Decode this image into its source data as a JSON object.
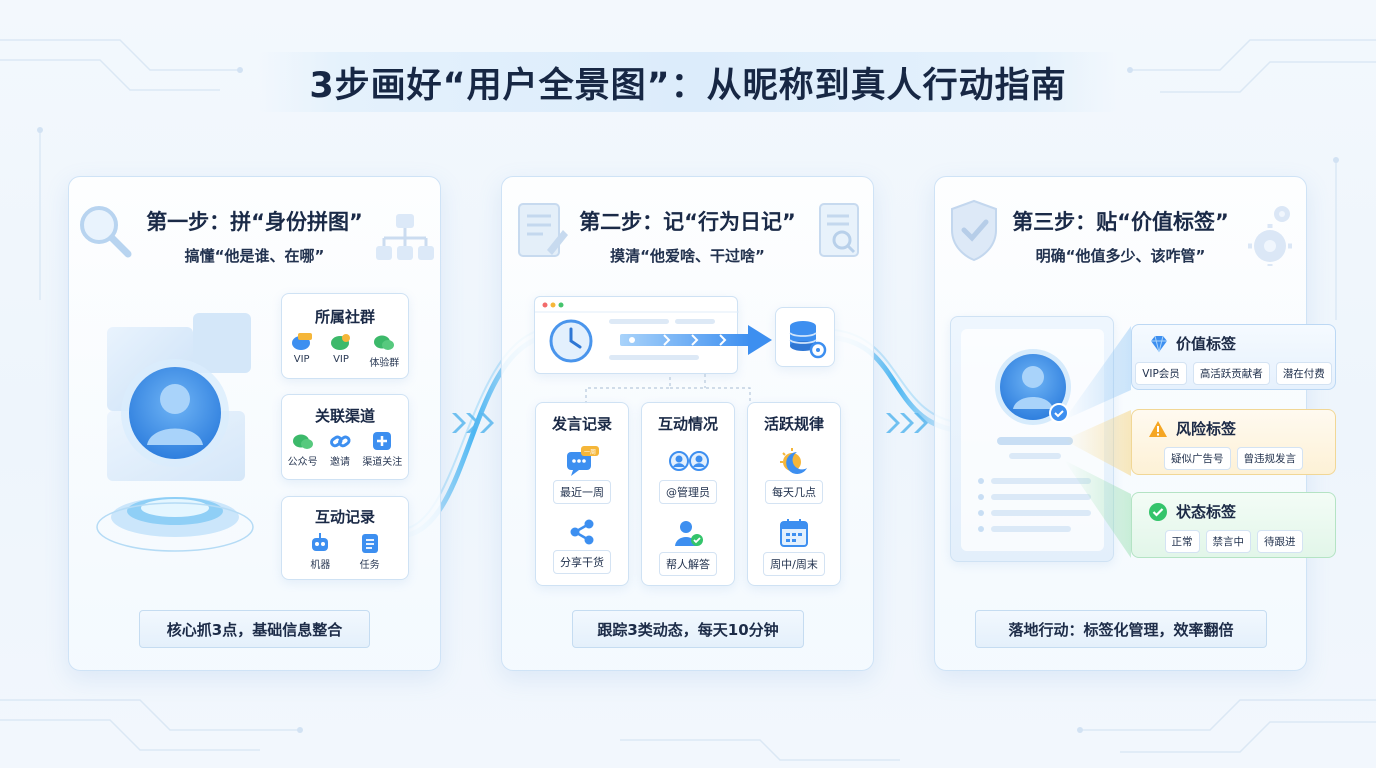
{
  "title": "3步画好“用户全景图”：从昵称到真人行动指南",
  "colors": {
    "accent": "#3b8ff0",
    "warning": "#f5a623",
    "success": "#34c46b",
    "card_border": "#cfe3f6"
  },
  "step1": {
    "title": "第一步：拼“身份拼图”",
    "subtitle": "搞懂“他是谁、在哪”",
    "groups": [
      {
        "title": "所属社群",
        "items": [
          {
            "icon": "vip-chat-icon",
            "label": "VIP"
          },
          {
            "icon": "vip-chat-icon",
            "label": "VIP"
          },
          {
            "icon": "wechat-icon",
            "label": "体验群"
          }
        ]
      },
      {
        "title": "关联渠道",
        "items": [
          {
            "icon": "wechat-icon",
            "label": "公众号"
          },
          {
            "icon": "link-icon",
            "label": "邀请"
          },
          {
            "icon": "plus-icon",
            "label": "渠道关注"
          }
        ]
      },
      {
        "title": "互动记录",
        "items": [
          {
            "icon": "robot-icon",
            "label": "机器"
          },
          {
            "icon": "task-list-icon",
            "label": "任务"
          }
        ]
      }
    ],
    "footer": "核心抓3点，基础信息整合"
  },
  "step2": {
    "title": "第二步：记“行为日记”",
    "subtitle": "摸清“他爱啥、干过啥”",
    "columns": [
      {
        "title": "发言记录",
        "items": [
          {
            "icon": "chat-bubble-icon",
            "badge": "一周",
            "label": "最近一周"
          },
          {
            "icon": "share-icon",
            "label": "分享干货"
          }
        ]
      },
      {
        "title": "互动情况",
        "items": [
          {
            "icon": "users-icon",
            "label": "@管理员"
          },
          {
            "icon": "user-check-icon",
            "label": "帮人解答"
          }
        ]
      },
      {
        "title": "活跃规律",
        "items": [
          {
            "icon": "sun-moon-icon",
            "label": "每天几点"
          },
          {
            "icon": "calendar-icon",
            "label": "周中/周末"
          }
        ]
      }
    ],
    "footer": "跟踪3类动态，每天10分钟"
  },
  "step3": {
    "title": "第三步：贴“价值标签”",
    "subtitle": "明确“他值多少、该咋管”",
    "tags": [
      {
        "title": "价值标签",
        "icon": "diamond-icon",
        "chips": [
          "VIP会员",
          "高活跃贡献者",
          "潜在付费"
        ]
      },
      {
        "title": "风险标签",
        "icon": "warning-icon",
        "chips": [
          "疑似广告号",
          "曾违规发言"
        ]
      },
      {
        "title": "状态标签",
        "icon": "check-circle-icon",
        "chips": [
          "正常",
          "禁言中",
          "待跟进"
        ]
      }
    ],
    "footer": "落地行动：标签化管理，效率翻倍"
  }
}
